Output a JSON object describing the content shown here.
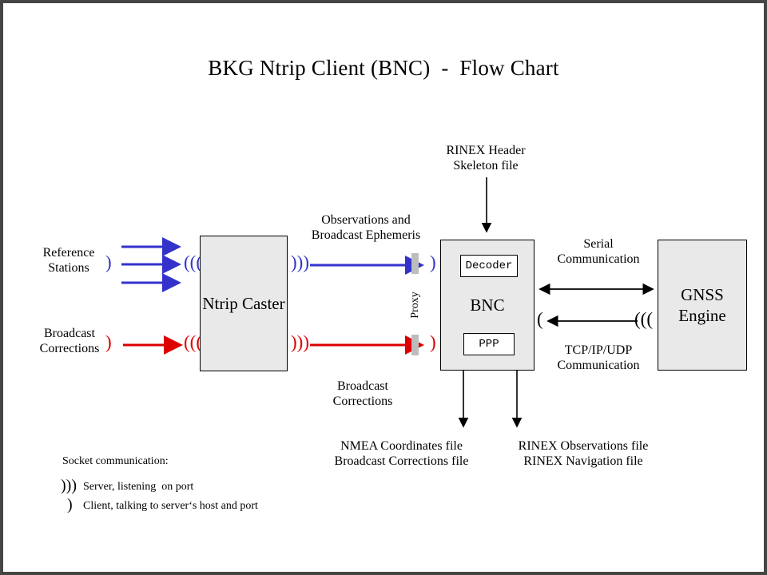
{
  "page": {
    "title": "BKG Ntrip Client (BNC)  -  Flow Chart",
    "border_color": "#454545",
    "background": "#ffffff"
  },
  "colors": {
    "blue_stream": "#3333cc",
    "red_stream": "#dd0000",
    "black": "#000000",
    "box_fill": "#e9e9e9",
    "proxy_bar": "#bdbdbd"
  },
  "nodes": {
    "caster": {
      "label": "Ntrip\nCaster"
    },
    "bnc": {
      "label": "BNC",
      "decoder": "Decoder",
      "ppp": "PPP"
    },
    "gnss": {
      "label": "GNSS\nEngine"
    }
  },
  "labels": {
    "reference_stations": "Reference\nStations",
    "broadcast_corrections_in": "Broadcast\nCorrections",
    "observations_ephemeris": "Observations and\nBroadcast Ephemeris",
    "broadcast_corrections_mid": "Broadcast\nCorrections",
    "rinex_header_skeleton": "RINEX Header\nSkeleton file",
    "proxy": "Proxy",
    "serial_communication": "Serial\nCommunication",
    "tcpip_communication": "TCP/IP/UDP\nCommunication",
    "output_left": "NMEA Coordinates file\nBroadcast Corrections file",
    "output_right": "RINEX Observations file\nRINEX Navigation file"
  },
  "legend": {
    "heading": "Socket communication:",
    "server_symbol": ")))",
    "server_text": "Server, listening  on port",
    "client_symbol": ")",
    "client_text": "Client, talking to server‘s host and port"
  },
  "socket_symbols": {
    "server": ")))",
    "server_mirrored": "(((",
    "client": ")",
    "client_mirrored": "("
  }
}
